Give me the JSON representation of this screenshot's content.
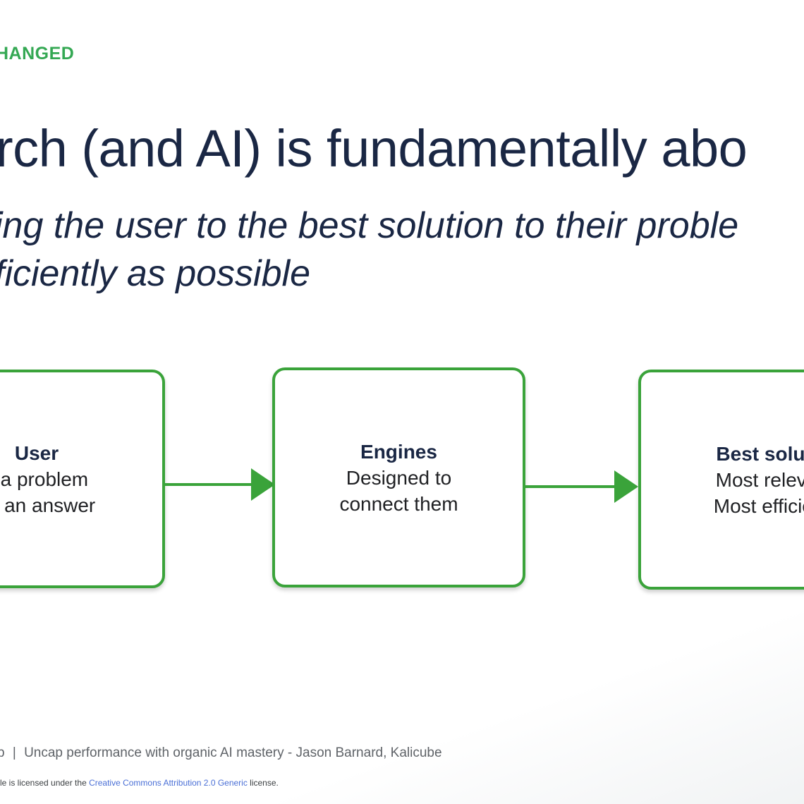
{
  "colors": {
    "accent_green": "#34a853",
    "box_border": "#3aa33a",
    "heading_navy": "#1a2744",
    "body_text": "#202124",
    "footer_text": "#5f6368",
    "link_blue": "#4a6fd6"
  },
  "slide": {
    "kicker": "HANGED",
    "headline": "rch (and AI) is fundamentally abo",
    "subheadline": {
      "line1": "ing the user to the best solution to their proble",
      "line2": "ficiently as possible"
    }
  },
  "flow": {
    "boxes": [
      {
        "title": "User",
        "line1": "s a problem",
        "line2": "ds an answer"
      },
      {
        "title": "Engines",
        "line1": "Designed to",
        "line2": "connect them"
      },
      {
        "title": "Best soluti",
        "line1": "Most releva",
        "line2": "Most efficier"
      }
    ]
  },
  "footer": {
    "prefix": "b",
    "separator": "|",
    "text": "Uncap performance with organic AI mastery - Jason Barnard, Kalicube"
  },
  "license": {
    "before": "file is licensed under the ",
    "link": "Creative Commons Attribution 2.0 Generic",
    "after": " license."
  }
}
